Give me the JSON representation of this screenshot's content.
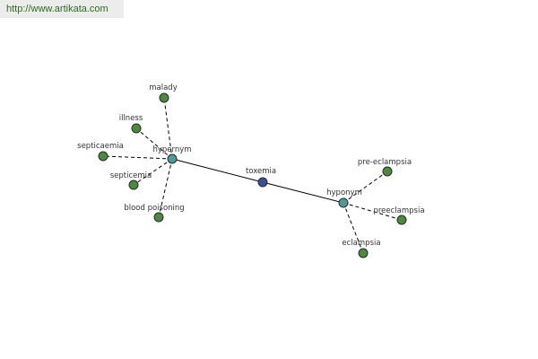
{
  "source_url": "http://www.artikata.com",
  "colors": {
    "center_node": "#3a4f9c",
    "relation_node": "#4f9a98",
    "term_node": "#4b8a3d",
    "node_outline": "#2a2a2a",
    "edge": "#000000",
    "label": "#333333",
    "url_text": "#2e6b1d",
    "url_background": "#ececec"
  },
  "diagram": {
    "center": {
      "id": "toxemia",
      "label": "toxemia"
    },
    "relations": [
      {
        "id": "hypernym",
        "label": "hypernym"
      },
      {
        "id": "hyponym",
        "label": "hyponym"
      }
    ],
    "terms": [
      {
        "id": "malady",
        "label": "malady",
        "relation": "hypernym"
      },
      {
        "id": "illness",
        "label": "illness",
        "relation": "hypernym"
      },
      {
        "id": "septicaemia",
        "label": "septicaemia",
        "relation": "hypernym"
      },
      {
        "id": "septicemia",
        "label": "septicemia",
        "relation": "hypernym"
      },
      {
        "id": "blood-poisoning",
        "label": "blood poisoning",
        "relation": "hypernym"
      },
      {
        "id": "pre-eclampsia",
        "label": "pre-eclampsia",
        "relation": "hyponym"
      },
      {
        "id": "preeclampsia",
        "label": "preeclampsia",
        "relation": "hyponym"
      },
      {
        "id": "eclampsia",
        "label": "eclampsia",
        "relation": "hyponym"
      }
    ]
  }
}
